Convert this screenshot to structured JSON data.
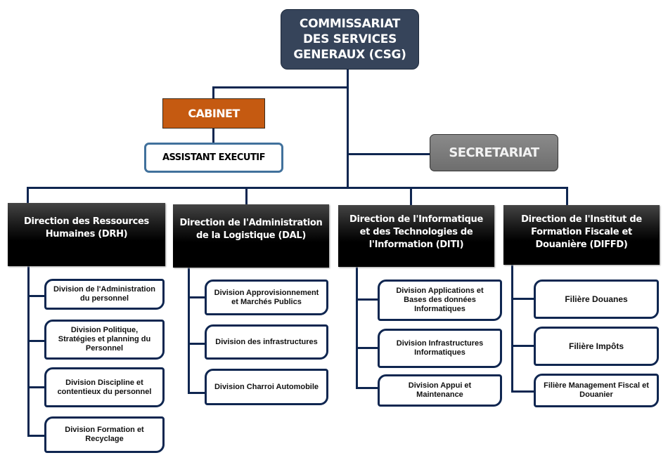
{
  "colors": {
    "connector": "#0f2650",
    "top_fill": "#36445a",
    "cabinet_fill": "#c55a11",
    "assistant_border": "#41719c",
    "secretariat_fill": "#7a7a7a",
    "direction_fill": "#000000"
  },
  "top": {
    "label": "COMMISSARIAT DES SERVICES GENERAUX (CSG)"
  },
  "cabinet": {
    "label": "CABINET"
  },
  "assistant": {
    "label": "ASSISTANT EXECUTIF"
  },
  "secretariat": {
    "label": "SECRETARIAT"
  },
  "directions": [
    {
      "label": "Direction des Ressources Humaines (DRH)",
      "divisions": [
        "Division de l'Administration du personnel",
        "Division Politique, Stratégies et planning du Personnel",
        "Division Discipline et contentieux du personnel",
        "Division Formation et Recyclage"
      ]
    },
    {
      "label": "Direction de l'Administration de la Logistique (DAL)",
      "divisions": [
        "Division Approvisionnement et Marchés Publics",
        "Division des infrastructures",
        "Division Charroi Automobile"
      ]
    },
    {
      "label": "Direction de l'Informatique et des Technologies de l'Information (DITI)",
      "divisions": [
        "Division Applications et Bases des données Informatiques",
        "Division Infrastructures Informatiques",
        "Division Appui et Maintenance"
      ]
    },
    {
      "label": "Direction de l'Institut de Formation Fiscale et Douanière (DIFFD)",
      "divisions": [
        "Filière Douanes",
        "Filière Impôts",
        "Filière Management Fiscal et Douanier"
      ]
    }
  ]
}
